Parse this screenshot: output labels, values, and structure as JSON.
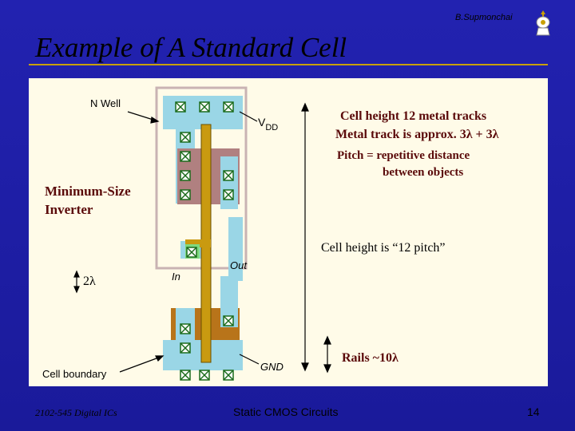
{
  "header": {
    "author": "B.Supmonchai",
    "title": "Example of A Standard Cell"
  },
  "labels": {
    "n_well": "N Well",
    "min_size_line1": "Minimum-Size",
    "min_size_line2": "Inverter",
    "lambda_2": "2λ",
    "cell_boundary": "Cell boundary",
    "vdd_v": "V",
    "vdd_sub": "DD",
    "in": "In",
    "out": "Out",
    "gnd": "GND"
  },
  "notes": {
    "line1": "Cell height 12 metal tracks",
    "line2": "Metal track is approx. 3λ + 3λ",
    "line3": "Pitch = repetitive distance",
    "line4": "between objects",
    "pitch": "Cell height is “12 pitch”",
    "rails": "Rails ~10λ"
  },
  "footer": {
    "course": "2102-545 Digital ICs",
    "topic": "Static CMOS Circuits",
    "page": "14"
  },
  "colors": {
    "background": "#1f1fa8",
    "panel": "#fffbe8",
    "title_rule": "#c9a000",
    "rail_metal": "#9ad6e6",
    "pdiff": "#b08080",
    "ndiff": "#b8741a",
    "poly": "#c99a10",
    "nwell_border": "#c9b3b3",
    "annotation_text": "#5a0a0a"
  }
}
